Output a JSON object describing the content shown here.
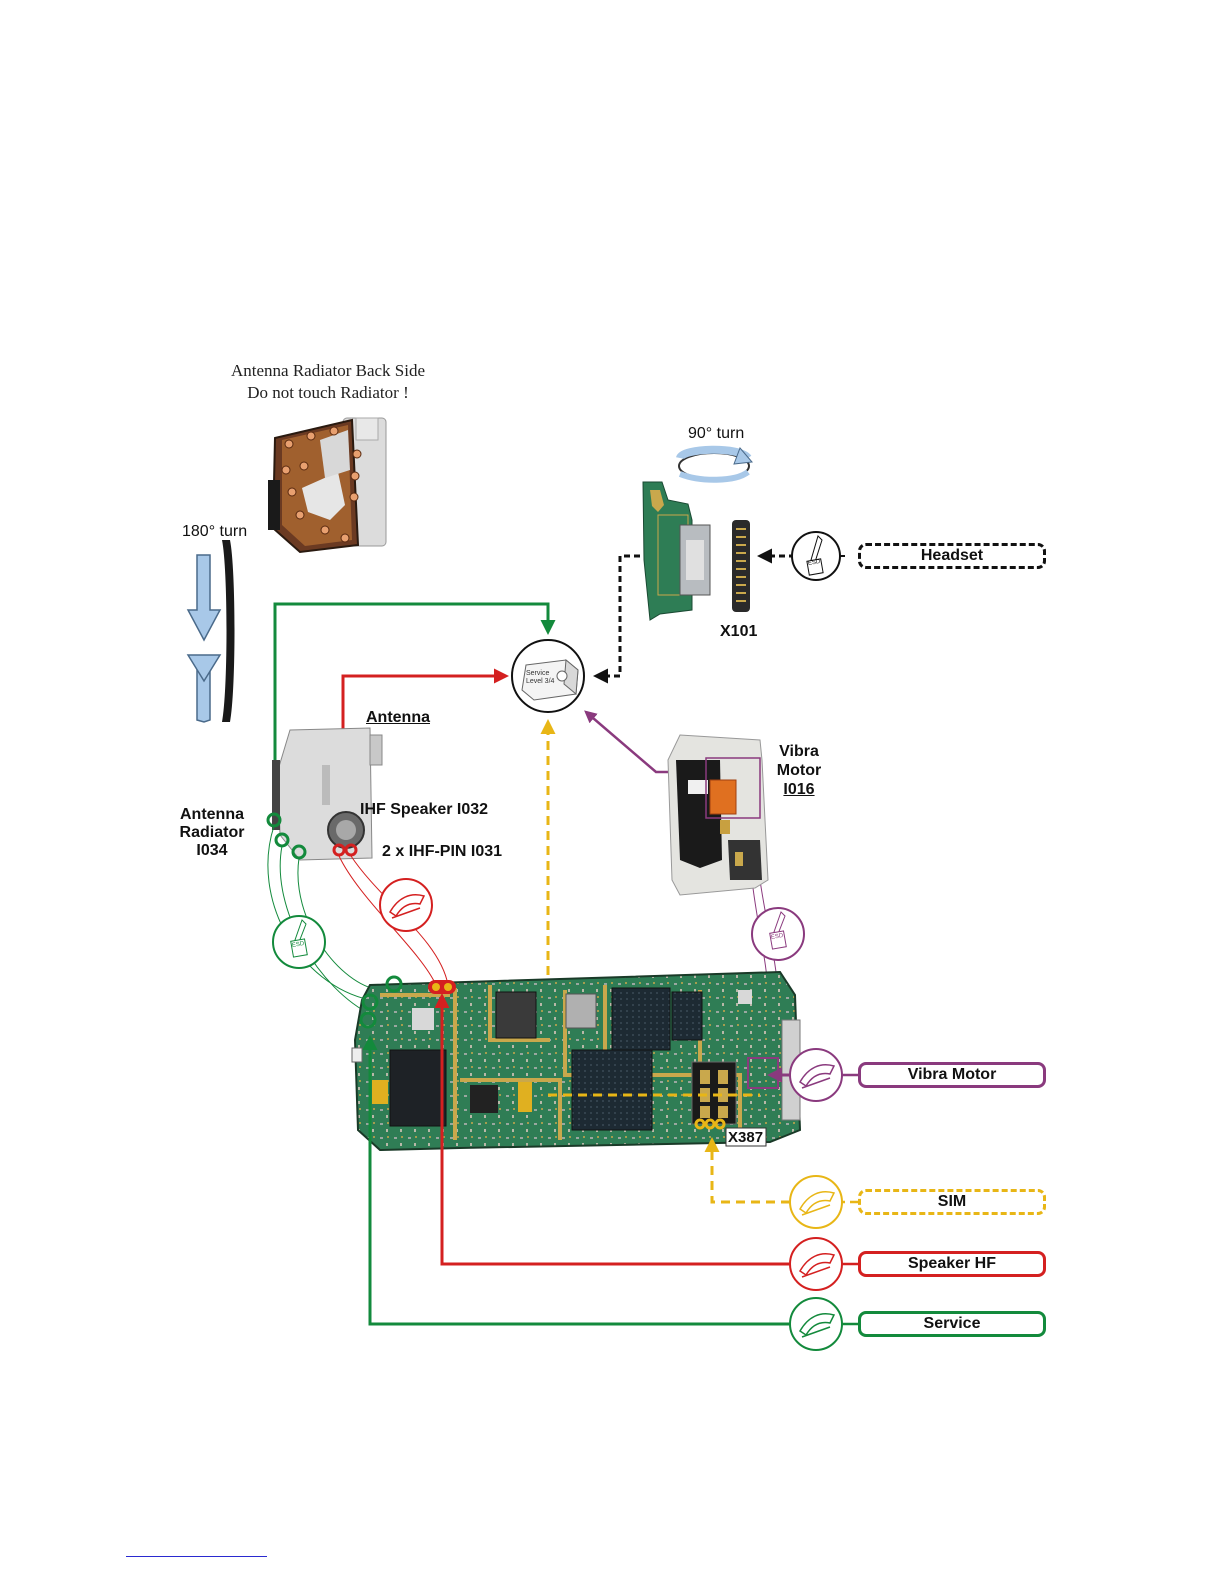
{
  "caption": {
    "line1": "Antenna Radiator Back Side",
    "line2": "Do not touch Radiator !"
  },
  "labels": {
    "turn_180": "180° turn",
    "turn_90": "90° turn",
    "x101": "X101",
    "antenna": "Antenna",
    "antenna_radiator": [
      "Antenna",
      "Radiator",
      "I034"
    ],
    "ihf_speaker": "IHF Speaker I032",
    "ihf_pin": "2 x IHF-PIN I031",
    "vibra_motor_part": [
      "Vibra",
      "Motor",
      "I016"
    ],
    "x387": "X387"
  },
  "service_box": {
    "line1": "Service",
    "line2": "Level 3/4"
  },
  "esd_tag": "ESD",
  "connectors": [
    {
      "id": "headset",
      "label": "Headset",
      "color": "#111111",
      "style": "dashed"
    },
    {
      "id": "vibra-motor",
      "label": "Vibra Motor",
      "color": "#8a3a7e",
      "style": "solid"
    },
    {
      "id": "sim",
      "label": "SIM",
      "color": "#e8b616",
      "style": "dashed"
    },
    {
      "id": "speaker-hf",
      "label": "Speaker HF",
      "color": "#d42020",
      "style": "solid"
    },
    {
      "id": "service",
      "label": "Service",
      "color": "#138a3c",
      "style": "solid"
    }
  ],
  "colors": {
    "green": "#138a3c",
    "red": "#d42020",
    "yellow": "#e8b616",
    "purple": "#8a3a7e",
    "black": "#111111",
    "pcb": "#2d7a52",
    "gold": "#c9a84c"
  }
}
